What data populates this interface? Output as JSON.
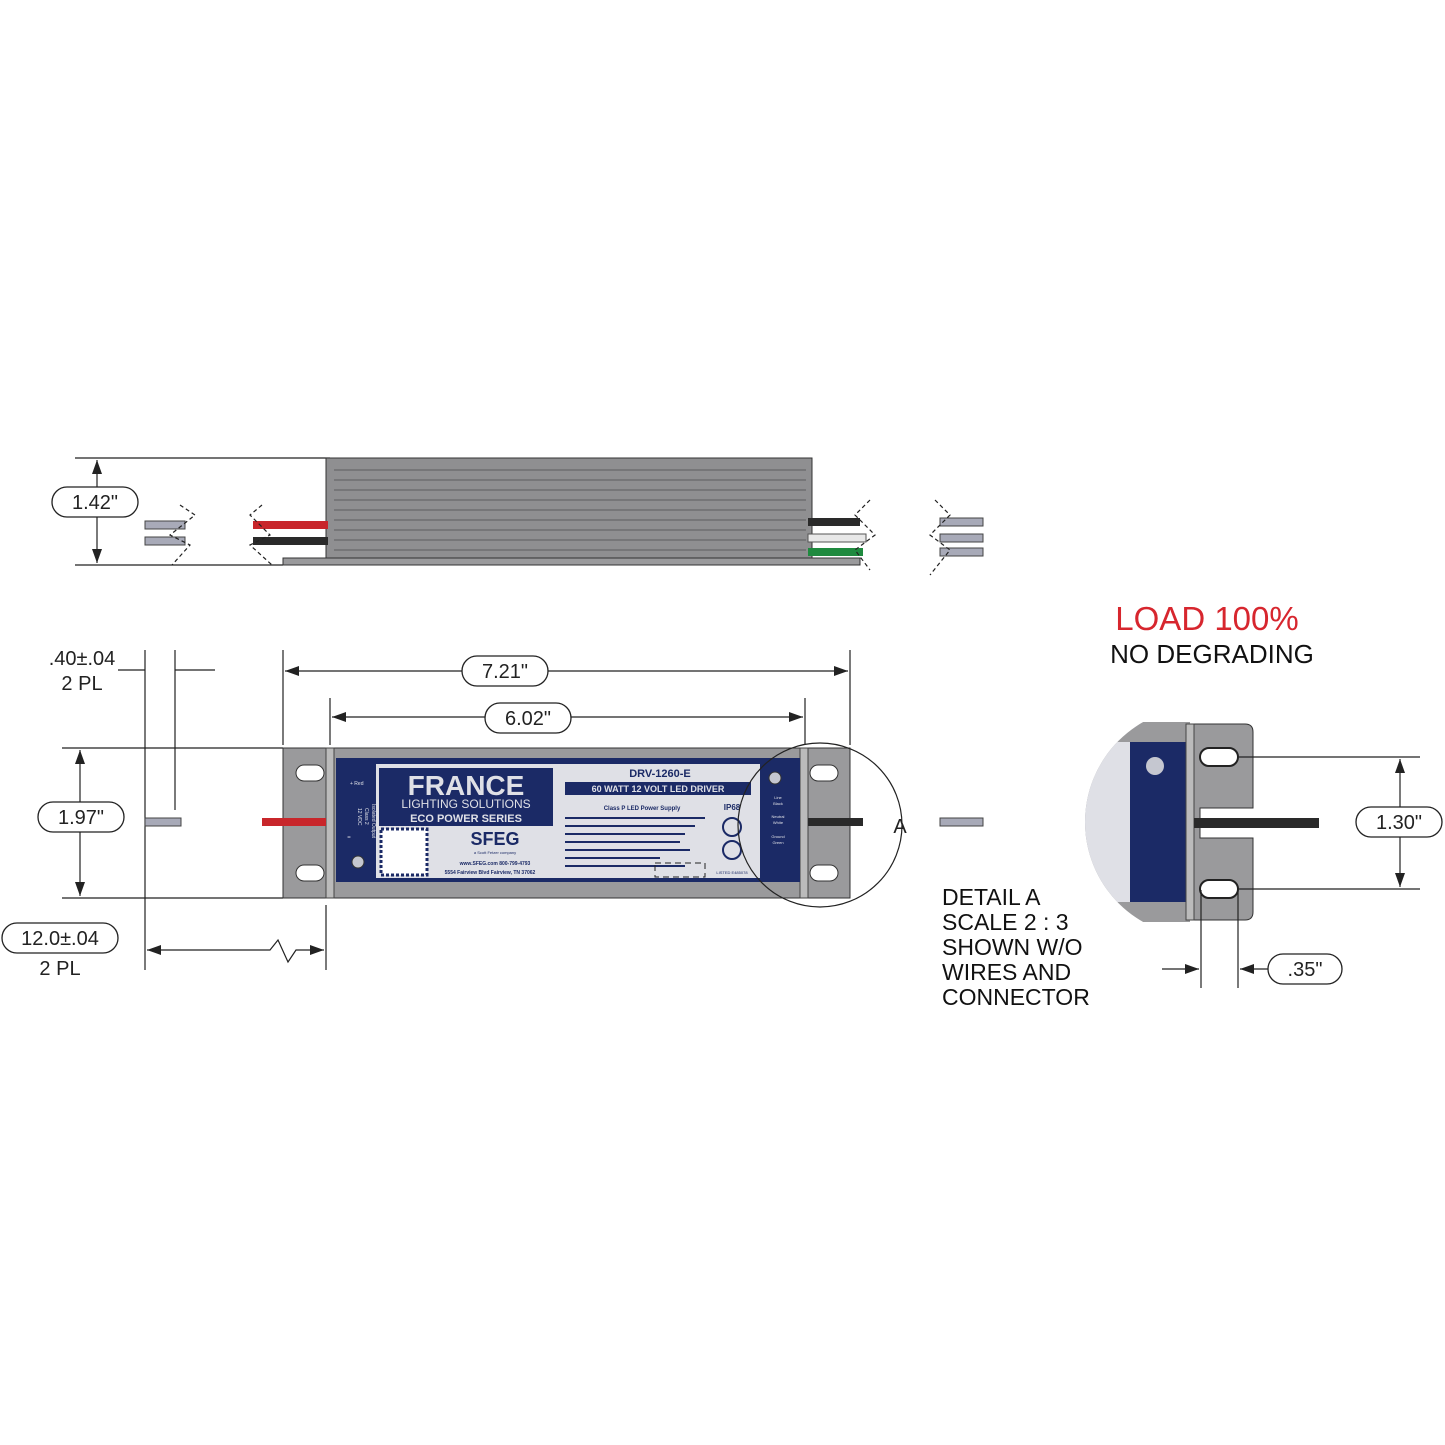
{
  "dimensions": {
    "height": "1.42\"",
    "overall_length": "7.21\"",
    "mount_length": "6.02\"",
    "width": "1.97\"",
    "wire_strip": ".40±.04",
    "wire_strip_qty": "2 PL",
    "wire_length": "12.0±.04",
    "wire_length_qty": "2 PL",
    "detail_hole_spacing": "1.30\"",
    "detail_slot_offset": ".35\""
  },
  "load": {
    "title": "LOAD 100%",
    "subtitle": "NO DEGRADING",
    "title_color": "#d7262e"
  },
  "detail": {
    "marker": "A",
    "lines": [
      "DETAIL A",
      "SCALE 2 : 3",
      "SHOWN W/O",
      "WIRES AND",
      "CONNECTOR"
    ]
  },
  "product_label": {
    "brand": "FRANCE",
    "brand_sub": "LIGHTING SOLUTIONS",
    "series": "ECO POWER SERIES",
    "maker": "SFEG",
    "maker_tagline": "a Scott Fetzer company",
    "contact": "www.SFEG.com 800-799-4793",
    "address": "5554 Fairview Blvd Fairview, TN 37062",
    "model": "DRV-1260-E",
    "rating": "60 WATT 12 VOLT LED DRIVER",
    "class": "Class P LED Power Supply",
    "ip": "IP68",
    "output_side": [
      "12 VDC",
      "Class 2",
      "Isolated Output"
    ],
    "plus": "+ Red",
    "minus": "-",
    "wires": [
      {
        "name": "Line",
        "color": "Black"
      },
      {
        "name": "Neutral",
        "color": "White"
      },
      {
        "name": "Ground",
        "color": "Green"
      }
    ],
    "listed": "LISTED E485078"
  },
  "colors": {
    "navy": "#1b2a66",
    "housing": "#9a9a9c",
    "red_wire": "#c8262b",
    "green_wire": "#1f8a3f"
  }
}
